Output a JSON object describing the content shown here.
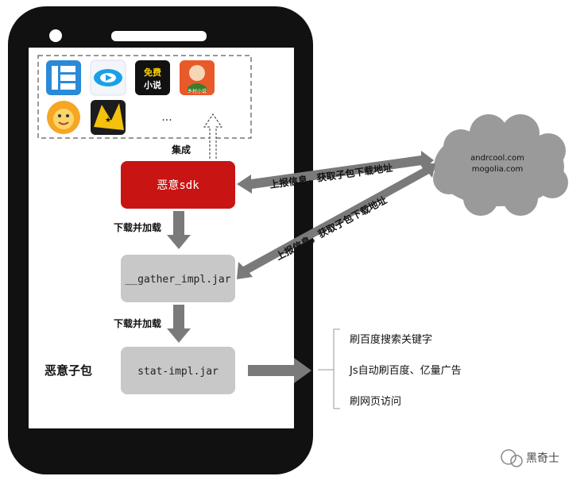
{
  "apps_ellipsis": "...",
  "app_icons": [
    {
      "name": "film-app-icon",
      "bg": "#2a8ad8"
    },
    {
      "name": "video-app-icon",
      "bg": "#ffffff"
    },
    {
      "name": "free-novel-app-icon",
      "bg": "#111111",
      "text_line1": "免费",
      "text_line2": "小说"
    },
    {
      "name": "village-novel-app-icon",
      "bg": "#e85a2a",
      "text": "乡村小说"
    },
    {
      "name": "cartoon-face-app-icon",
      "bg": "#f6a623"
    },
    {
      "name": "game-app-icon",
      "bg": "#1c1c1c"
    }
  ],
  "labels": {
    "integrate": "集成",
    "malicious_sdk": "恶意sdk",
    "download_load_1": "下载并加载",
    "download_load_2": "下载并加载",
    "gather_jar": "__gather_impl.jar",
    "stat_jar": "stat-impl.jar",
    "malicious_subpackage": "恶意子包",
    "report_1": "上报信息，获取子包下载地址",
    "report_2": "上报信息，获取子包下载地址"
  },
  "server": {
    "domain1": "andrcool.com",
    "domain2": "mogolia.com"
  },
  "functions": [
    "刷百度搜索关键字",
    "Js自动刷百度、亿量广告",
    "刷网页访问"
  ],
  "watermark": "黑奇士",
  "colors": {
    "sdk_box": "#c91414",
    "jar_box": "#c8c8c8",
    "arrow": "#7a7a7a",
    "cloud": "#9a9a9a",
    "phone": "#111111"
  }
}
